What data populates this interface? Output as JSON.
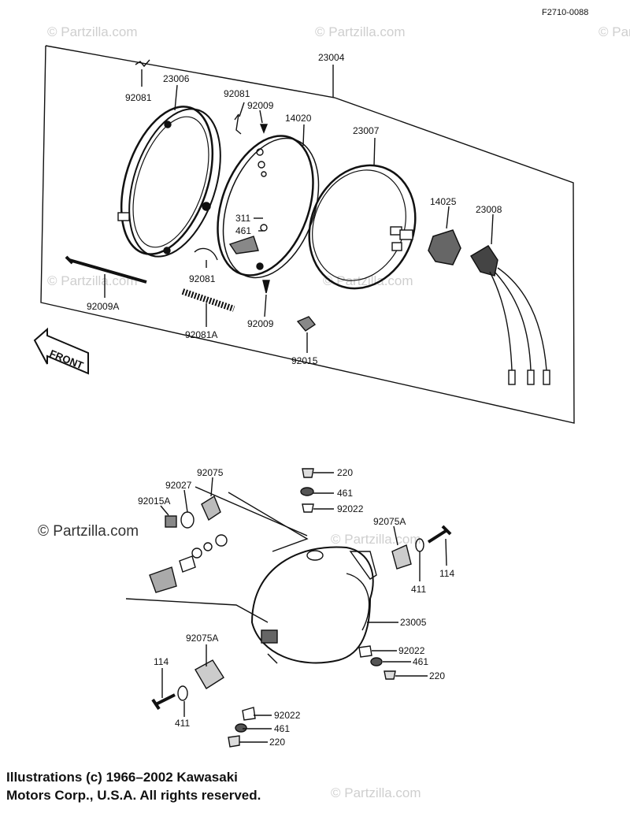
{
  "figure_id": "F2710-0088",
  "watermark_text": "© Partzilla.com",
  "front_label": "FRONT",
  "copyright": {
    "line1": "Illustrations (c) 1966–2002 Kawasaki",
    "line2": "Motors Corp., U.S.A.  All rights reserved."
  },
  "callouts_upper": {
    "c23004": "23004",
    "c92081_a": "92081",
    "c23006": "23006",
    "c92081_b": "92081",
    "c92009_a": "92009",
    "c14020": "14020",
    "c23007": "23007",
    "c14025": "14025",
    "c23008": "23008",
    "c311": "311",
    "c461": "461",
    "c92081_c": "92081",
    "c92009A": "92009A",
    "c92081A": "92081A",
    "c92009_b": "92009",
    "c92015": "92015"
  },
  "callouts_lower": {
    "c220_a": "220",
    "c461_a": "461",
    "c92022_a": "92022",
    "c92075": "92075",
    "c92027": "92027",
    "c92015A": "92015A",
    "c92075A_a": "92075A",
    "c114_a": "114",
    "c411_a": "411",
    "c23005": "23005",
    "c92075A_b": "92075A",
    "c92022_b": "92022",
    "c461_b": "461",
    "c220_b": "220",
    "c114_b": "114",
    "c411_b": "411",
    "c92022_c": "92022",
    "c461_c": "461",
    "c220_c": "220"
  }
}
